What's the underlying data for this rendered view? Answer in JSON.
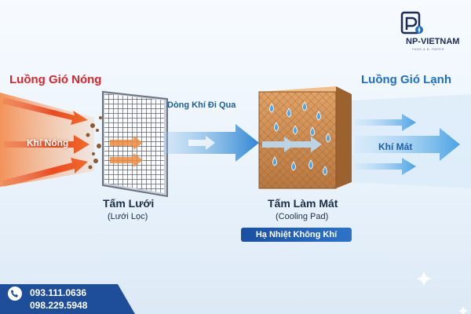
{
  "hot_side": {
    "title": "Luồng Gió Nóng",
    "flow_label": "Khí Nóng"
  },
  "middle": {
    "flow_label": "Dòng Khí Đi Qua"
  },
  "cold_side": {
    "title": "Luồng Gió Lạnh",
    "flow_label": "Khí Mát"
  },
  "mesh": {
    "title": "Tấm Lưới",
    "subtitle": "(Lưới Lọc)"
  },
  "pad": {
    "title": "Tấm Làm Mát",
    "subtitle": "(Cooling Pad)",
    "badge": "Hạ Nhiệt Không Khí"
  },
  "brand": {
    "name": "NP-VIETNAM",
    "tagline": "FANS & B. PAPER"
  },
  "contact": {
    "phone_1": "093.111.0636",
    "phone_2": "098.229.5948"
  },
  "colors": {
    "hot": "#d8262a",
    "cool": "#1e6fc4",
    "pad": "#c9874f",
    "badge": "#1b4fa2"
  },
  "icons": {
    "logo": "np-vietnam-logo",
    "phone": "phone-icon",
    "droplet": "water-droplet-icon"
  }
}
